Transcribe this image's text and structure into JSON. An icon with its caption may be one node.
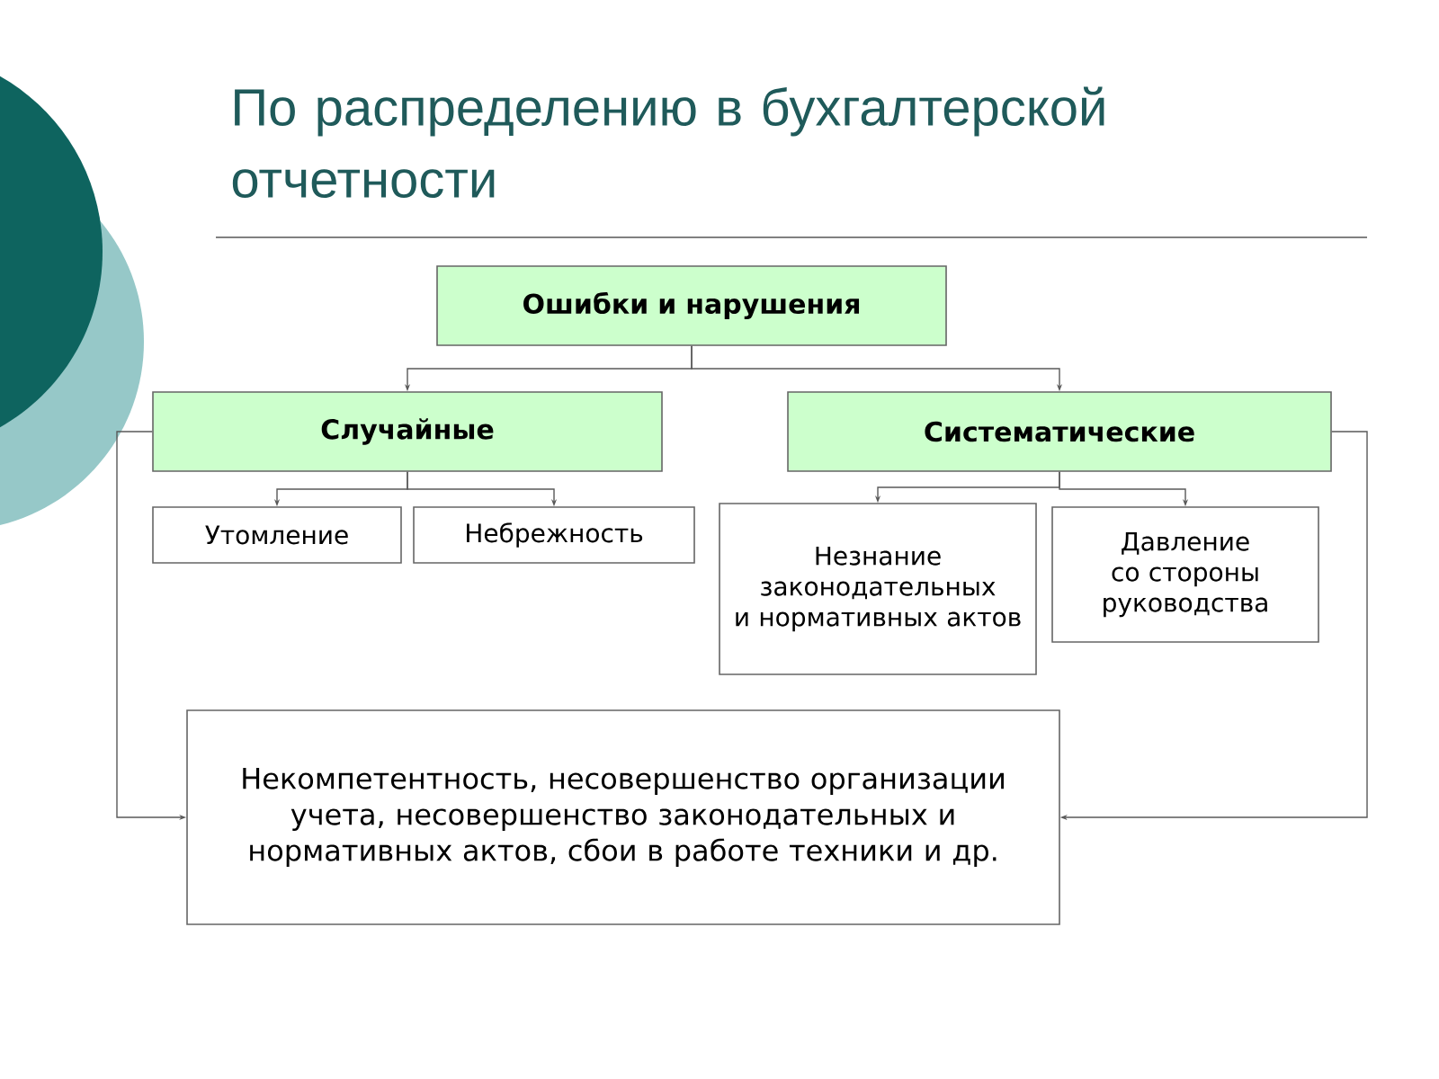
{
  "diagram": {
    "title": "По распределению в бухгалтерской отчетности",
    "nodes": [
      {
        "text": [
          "Ошибки и нарушения"
        ]
      },
      {
        "text": [
          "Случайные"
        ]
      },
      {
        "text": [
          "Систематические"
        ]
      },
      {
        "text": [
          "Утомление"
        ]
      },
      {
        "text": [
          "Небрежность"
        ]
      },
      {
        "text": [
          "Незнание законодательных и нормативных актов"
        ]
      },
      {
        "text": [
          "Давление со стороны руководства"
        ]
      },
      {
        "text": [
          "Некомпетентность, несовершенство организации учета, несовершенство законодательных и нормативных актов, сбои в работе техники и др."
        ]
      }
    ],
    "edges": [
      {
        "from": 0,
        "to": 1,
        "arrow": "to"
      },
      {
        "from": 0,
        "to": 2,
        "arrow": "to"
      },
      {
        "from": 1,
        "to": 3,
        "arrow": "to"
      },
      {
        "from": 1,
        "to": 4,
        "arrow": "to"
      },
      {
        "from": 2,
        "to": 5,
        "arrow": "to"
      },
      {
        "from": 2,
        "to": 6,
        "arrow": "to"
      },
      {
        "from": 1,
        "to": 7,
        "arrow": "to"
      },
      {
        "from": 2,
        "to": 7,
        "arrow": "to"
      }
    ]
  }
}
